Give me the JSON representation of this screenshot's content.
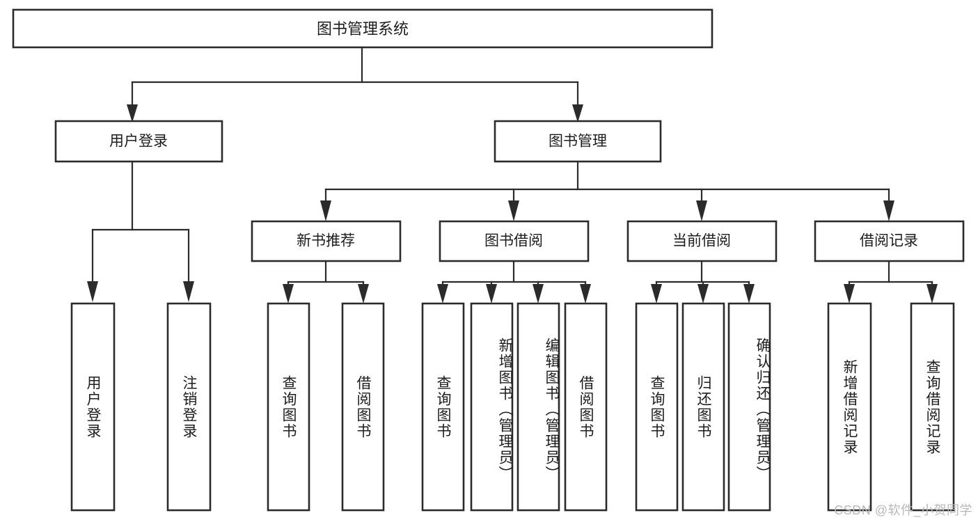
{
  "diagram": {
    "type": "tree-hierarchy",
    "title_node": {
      "label": "图书管理系统"
    },
    "level2": [
      {
        "id": "user-login",
        "label": "用户登录"
      },
      {
        "id": "book-manage",
        "label": "图书管理"
      }
    ],
    "level3": [
      {
        "id": "new-book-recommend",
        "label": "新书推荐",
        "parent": "book-manage"
      },
      {
        "id": "book-borrow",
        "label": "图书借阅",
        "parent": "book-manage"
      },
      {
        "id": "current-borrow",
        "label": "当前借阅",
        "parent": "book-manage"
      },
      {
        "id": "borrow-record",
        "label": "借阅记录",
        "parent": "book-manage"
      }
    ],
    "leaves": [
      {
        "id": "leaf-user-login",
        "label": "用户登录",
        "parent": "user-login"
      },
      {
        "id": "leaf-logout-login",
        "label": "注销登录",
        "parent": "user-login"
      },
      {
        "id": "leaf-query-book-1",
        "label": "查询图书",
        "parent": "new-book-recommend"
      },
      {
        "id": "leaf-borrow-book-1",
        "label": "借阅图书",
        "parent": "new-book-recommend"
      },
      {
        "id": "leaf-query-book-2",
        "label": "查询图书",
        "parent": "book-borrow"
      },
      {
        "id": "leaf-add-book",
        "label": "新增图书（管理员）",
        "parent": "book-borrow"
      },
      {
        "id": "leaf-edit-book",
        "label": "编辑图书（管理员）",
        "parent": "book-borrow"
      },
      {
        "id": "leaf-borrow-book-2",
        "label": "借阅图书",
        "parent": "book-borrow"
      },
      {
        "id": "leaf-query-book-3",
        "label": "查询图书",
        "parent": "current-borrow"
      },
      {
        "id": "leaf-return-book",
        "label": "归还图书",
        "parent": "current-borrow"
      },
      {
        "id": "leaf-confirm-return",
        "label": "确认归还（管理员）",
        "parent": "current-borrow"
      },
      {
        "id": "leaf-add-borrow-record",
        "label": "新增借阅记录",
        "parent": "borrow-record"
      },
      {
        "id": "leaf-query-borrow-record",
        "label": "查询借阅记录",
        "parent": "borrow-record"
      }
    ],
    "colors": {
      "stroke": "#2b2b2b",
      "fill": "#ffffff",
      "text": "#1c1c1c",
      "watermark": "#b8b8b8"
    }
  },
  "watermark": {
    "text": "CSDN @软件_小贺同学"
  }
}
